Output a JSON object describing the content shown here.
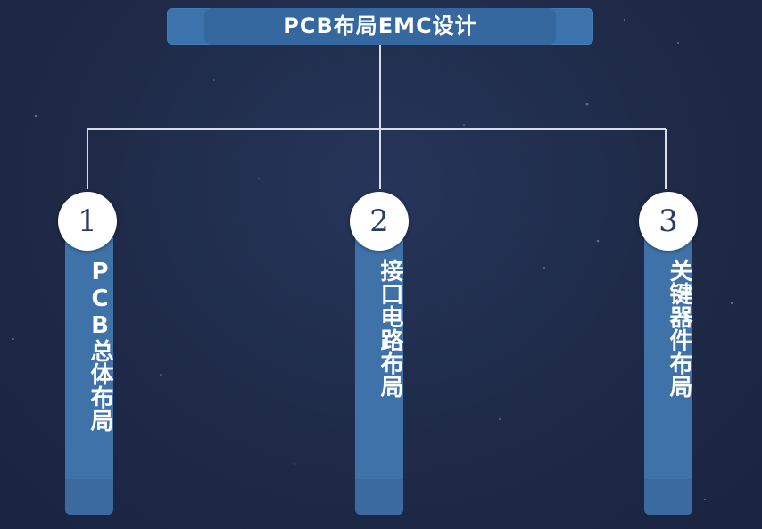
{
  "diagram": {
    "title": "PCB布局EMC设计",
    "branches": [
      {
        "number": "1",
        "label": "PCB总体布局"
      },
      {
        "number": "2",
        "label": "接口电路布局"
      },
      {
        "number": "3",
        "label": "关键器件布局"
      }
    ]
  },
  "colors": {
    "background": "#1f2c48",
    "box_fill": "#3f72a9",
    "connector": "#d9dde6",
    "badge_fill": "#ffffff",
    "badge_text": "#2a3d62"
  }
}
